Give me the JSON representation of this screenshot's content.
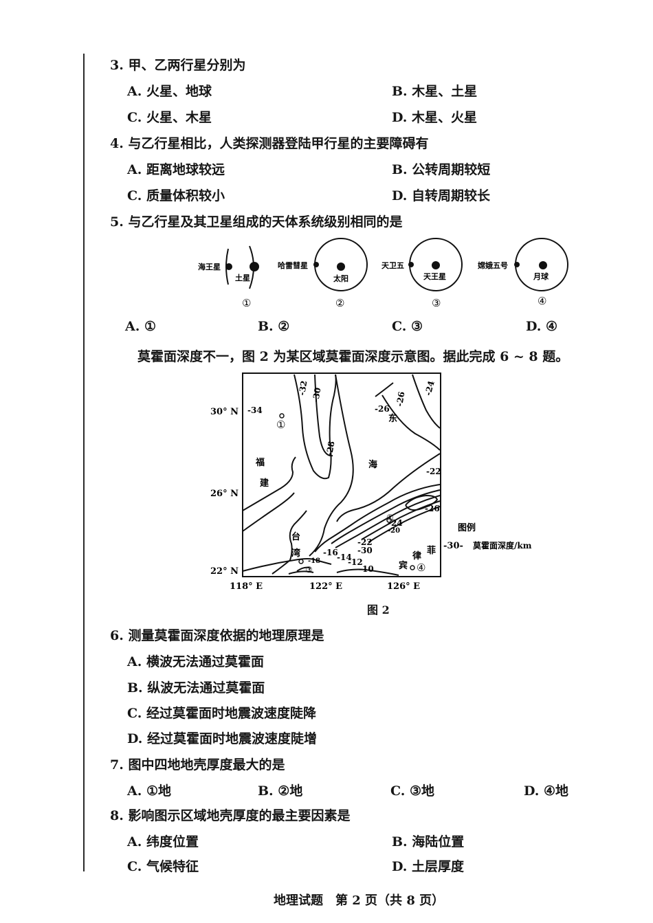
{
  "questions": {
    "q3": {
      "stem": "3. 甲、乙两行星分别为",
      "options": [
        "A. 火星、地球",
        "B. 木星、土星",
        "C. 火星、木星",
        "D. 木星、火星"
      ]
    },
    "q4": {
      "stem": "4. 与乙行星相比，人类探测器登陆甲行星的主要障碍有",
      "options": [
        "A. 距离地球较远",
        "B. 公转周期较短",
        "C. 质量体积较小",
        "D. 自转周期较长"
      ]
    },
    "q5": {
      "stem": "5. 与乙行星及其卫星组成的天体系统级别相同的是",
      "diagrams": [
        {
          "num": "①",
          "left_label": "海王星",
          "right_label": "土星"
        },
        {
          "num": "②",
          "left_label": "哈雷彗星",
          "center_label": "太阳"
        },
        {
          "num": "③",
          "left_label": "天卫五",
          "center_label": "天王星"
        },
        {
          "num": "④",
          "left_label": "嫦娥五号",
          "center_label": "月球"
        }
      ],
      "options": [
        "A. ①",
        "B. ②",
        "C. ③",
        "D. ④"
      ]
    },
    "intro": "莫霍面深度不一，图 2 为某区域莫霍面深度示意图。据此完成 6 ~ 8 题。",
    "q6": {
      "stem": "6. 测量莫霍面深度依据的地理原理是",
      "options": [
        "A. 横波无法通过莫霍面",
        "B. 纵波无法通过莫霍面",
        "C. 经过莫霍面时地震波速度陡降",
        "D. 经过莫霍面时地震波速度陡增"
      ]
    },
    "q7": {
      "stem": "7. 图中四地地壳厚度最大的是",
      "options": [
        "A. ①地",
        "B. ②地",
        "C. ③地",
        "D. ④地"
      ]
    },
    "q8": {
      "stem": "8. 影响图示区域地壳厚度的最主要因素是",
      "options": [
        "A. 纬度位置",
        "B. 海陆位置",
        "C. 气候特征",
        "D. 土层厚度"
      ]
    }
  },
  "figure2": {
    "caption": "图 2",
    "lat_labels": [
      "30° N",
      "26° N",
      "22° N"
    ],
    "lon_labels": [
      "118° E",
      "122° E",
      "126° E"
    ],
    "contour_labels": [
      "-34",
      "-32",
      "-30",
      "-28",
      "-26",
      "-26",
      "-24",
      "-22",
      "-26",
      "-22",
      "-16",
      "-14",
      "-12",
      "-10",
      "-24",
      "-20",
      "-30",
      "-18"
    ],
    "place_labels": [
      "福",
      "建",
      "台",
      "湾",
      "东",
      "海",
      "菲",
      "律",
      "宾"
    ],
    "points": [
      "①",
      "②",
      "③",
      "④"
    ],
    "legend_title": "图例",
    "legend_sample": "-30-",
    "legend_text": "莫霍面深度/km"
  },
  "footer": "地理试题　第 2 页（共 8 页）"
}
